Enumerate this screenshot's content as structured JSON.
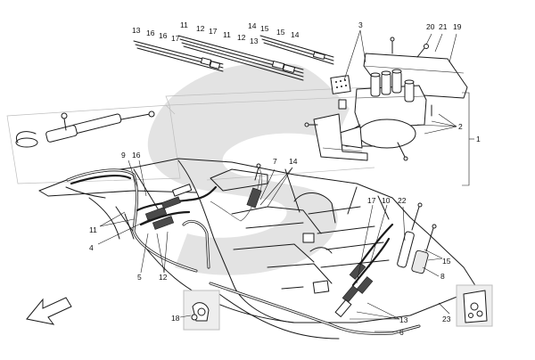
{
  "callouts": [
    {
      "id": "c-13a",
      "text": "13"
    },
    {
      "id": "c-16a",
      "text": "16"
    },
    {
      "id": "c-16b",
      "text": "16"
    },
    {
      "id": "c-17a",
      "text": "17"
    },
    {
      "id": "c-11a",
      "text": "11"
    },
    {
      "id": "c-12a",
      "text": "12"
    },
    {
      "id": "c-17b",
      "text": "17"
    },
    {
      "id": "c-11b",
      "text": "11"
    },
    {
      "id": "c-12b",
      "text": "12"
    },
    {
      "id": "c-13b",
      "text": "13"
    },
    {
      "id": "c-14a",
      "text": "14"
    },
    {
      "id": "c-15a",
      "text": "15"
    },
    {
      "id": "c-15b",
      "text": "15"
    },
    {
      "id": "c-14b",
      "text": "14"
    },
    {
      "id": "c-3",
      "text": "3"
    },
    {
      "id": "c-20",
      "text": "20"
    },
    {
      "id": "c-21",
      "text": "21"
    },
    {
      "id": "c-19",
      "text": "19"
    },
    {
      "id": "c-2",
      "text": "2"
    },
    {
      "id": "c-1",
      "text": "1"
    },
    {
      "id": "c-9",
      "text": "9"
    },
    {
      "id": "c-16c",
      "text": "16"
    },
    {
      "id": "c-7",
      "text": "7"
    },
    {
      "id": "c-14c",
      "text": "14"
    },
    {
      "id": "c-11c",
      "text": "11"
    },
    {
      "id": "c-4",
      "text": "4"
    },
    {
      "id": "c-5",
      "text": "5"
    },
    {
      "id": "c-12c",
      "text": "12"
    },
    {
      "id": "c-17c",
      "text": "17"
    },
    {
      "id": "c-10",
      "text": "10"
    },
    {
      "id": "c-22",
      "text": "22"
    },
    {
      "id": "c-15c",
      "text": "15"
    },
    {
      "id": "c-8",
      "text": "8"
    },
    {
      "id": "c-13c",
      "text": "13"
    },
    {
      "id": "c-6",
      "text": "6"
    },
    {
      "id": "c-18",
      "text": "18"
    },
    {
      "id": "c-23",
      "text": "23"
    }
  ]
}
